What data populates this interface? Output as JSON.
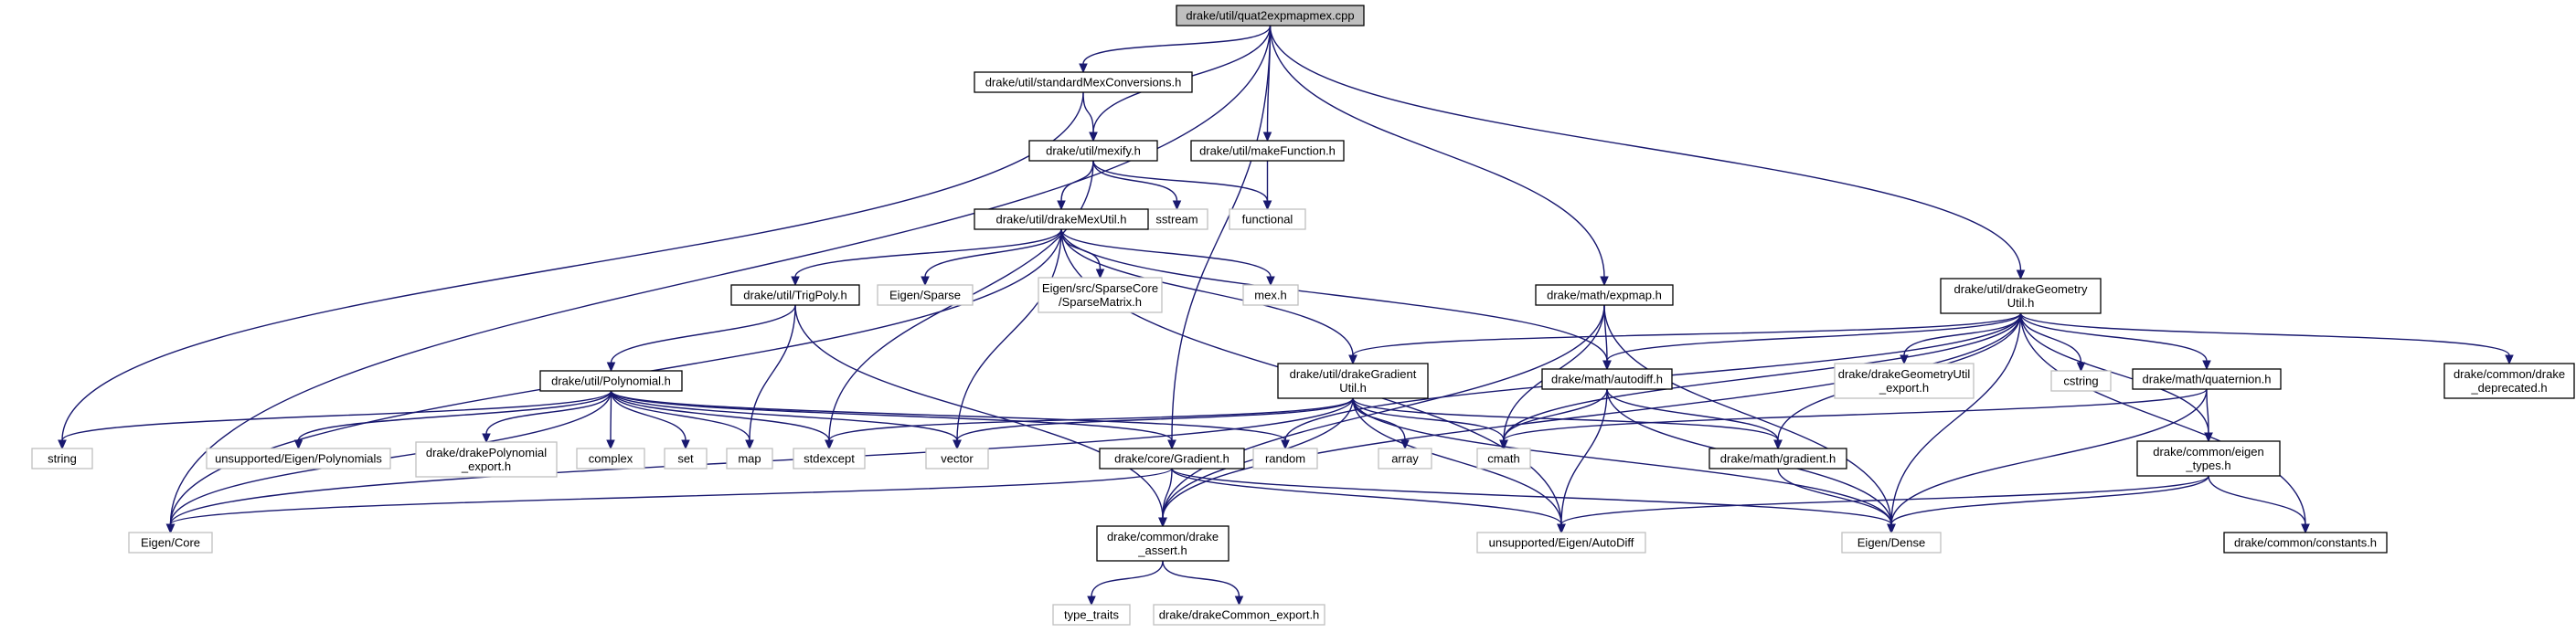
{
  "graph": {
    "nodes": [
      {
        "id": "root",
        "kind": "root",
        "lines": [
          "drake/util/quat2expmapmex.cpp"
        ]
      },
      {
        "id": "smc",
        "kind": "file",
        "lines": [
          "drake/util/standardMexConversions.h"
        ]
      },
      {
        "id": "mexify",
        "kind": "file",
        "lines": [
          "drake/util/mexify.h"
        ]
      },
      {
        "id": "makefn",
        "kind": "file",
        "lines": [
          "drake/util/makeFunction.h"
        ]
      },
      {
        "id": "sstream",
        "kind": "system",
        "lines": [
          "sstream"
        ]
      },
      {
        "id": "functional",
        "kind": "system",
        "lines": [
          "functional"
        ]
      },
      {
        "id": "dmu",
        "kind": "file",
        "lines": [
          "drake/util/drakeMexUtil.h"
        ]
      },
      {
        "id": "trigpoly",
        "kind": "file",
        "lines": [
          "drake/util/TrigPoly.h"
        ]
      },
      {
        "id": "eigsparse",
        "kind": "system",
        "lines": [
          "Eigen/Sparse"
        ]
      },
      {
        "id": "sparsematrix",
        "kind": "system",
        "lines": [
          "Eigen/src/SparseCore",
          "/SparseMatrix.h"
        ]
      },
      {
        "id": "mexh",
        "kind": "system",
        "lines": [
          "mex.h"
        ]
      },
      {
        "id": "expmap",
        "kind": "file",
        "lines": [
          "drake/math/expmap.h"
        ]
      },
      {
        "id": "dgeo",
        "kind": "file",
        "lines": [
          "drake/util/drakeGeometry",
          "Util.h"
        ]
      },
      {
        "id": "poly",
        "kind": "file",
        "lines": [
          "drake/util/Polynomial.h"
        ]
      },
      {
        "id": "dgrad",
        "kind": "file",
        "lines": [
          "drake/util/drakeGradient",
          "Util.h"
        ]
      },
      {
        "id": "autodiff",
        "kind": "file",
        "lines": [
          "drake/math/autodiff.h"
        ]
      },
      {
        "id": "dgeoexp",
        "kind": "system",
        "lines": [
          "drake/drakeGeometryUtil",
          "_export.h"
        ]
      },
      {
        "id": "cstring",
        "kind": "system",
        "lines": [
          "cstring"
        ]
      },
      {
        "id": "quaternion",
        "kind": "file",
        "lines": [
          "drake/math/quaternion.h"
        ]
      },
      {
        "id": "deprecated",
        "kind": "file",
        "lines": [
          "drake/common/drake",
          "_deprecated.h"
        ]
      },
      {
        "id": "string",
        "kind": "system",
        "lines": [
          "string"
        ]
      },
      {
        "id": "unsupPoly",
        "kind": "system",
        "lines": [
          "unsupported/Eigen/Polynomials"
        ]
      },
      {
        "id": "polyexp",
        "kind": "system",
        "lines": [
          "drake/drakePolynomial",
          "_export.h"
        ]
      },
      {
        "id": "complex",
        "kind": "system",
        "lines": [
          "complex"
        ]
      },
      {
        "id": "set",
        "kind": "system",
        "lines": [
          "set"
        ]
      },
      {
        "id": "map",
        "kind": "system",
        "lines": [
          "map"
        ]
      },
      {
        "id": "stdexcept",
        "kind": "system",
        "lines": [
          "stdexcept"
        ]
      },
      {
        "id": "vector",
        "kind": "system",
        "lines": [
          "vector"
        ]
      },
      {
        "id": "random",
        "kind": "system",
        "lines": [
          "random"
        ]
      },
      {
        "id": "array",
        "kind": "system",
        "lines": [
          "array"
        ]
      },
      {
        "id": "cmath",
        "kind": "system",
        "lines": [
          "cmath"
        ]
      },
      {
        "id": "gradienth",
        "kind": "file",
        "lines": [
          "drake/math/gradient.h"
        ]
      },
      {
        "id": "eigtypes",
        "kind": "file",
        "lines": [
          "drake/common/eigen",
          "_types.h"
        ]
      },
      {
        "id": "coregrad",
        "kind": "file",
        "lines": [
          "drake/core/Gradient.h"
        ]
      },
      {
        "id": "eigcore",
        "kind": "system",
        "lines": [
          "Eigen/Core"
        ]
      },
      {
        "id": "dassert",
        "kind": "file",
        "lines": [
          "drake/common/drake",
          "_assert.h"
        ]
      },
      {
        "id": "unsupAD",
        "kind": "system",
        "lines": [
          "unsupported/Eigen/AutoDiff"
        ]
      },
      {
        "id": "eigdense",
        "kind": "system",
        "lines": [
          "Eigen/Dense"
        ]
      },
      {
        "id": "constants",
        "kind": "file",
        "lines": [
          "drake/common/constants.h"
        ]
      },
      {
        "id": "typetraits",
        "kind": "system",
        "lines": [
          "type_traits"
        ]
      },
      {
        "id": "commonexp",
        "kind": "system",
        "lines": [
          "drake/drakeCommon_export.h"
        ]
      }
    ],
    "edges": [
      [
        "root",
        "smc"
      ],
      [
        "root",
        "mexify"
      ],
      [
        "root",
        "makefn"
      ],
      [
        "root",
        "eigcore"
      ],
      [
        "root",
        "expmap"
      ],
      [
        "root",
        "dgeo"
      ],
      [
        "root",
        "coregrad"
      ],
      [
        "smc",
        "mexify"
      ],
      [
        "smc",
        "string"
      ],
      [
        "mexify",
        "dmu"
      ],
      [
        "mexify",
        "sstream"
      ],
      [
        "mexify",
        "functional"
      ],
      [
        "mexify",
        "stdexcept"
      ],
      [
        "makefn",
        "functional"
      ],
      [
        "dmu",
        "trigpoly"
      ],
      [
        "dmu",
        "eigsparse"
      ],
      [
        "dmu",
        "sparsematrix"
      ],
      [
        "dmu",
        "mexh"
      ],
      [
        "dmu",
        "vector"
      ],
      [
        "dmu",
        "eigcore"
      ],
      [
        "dmu",
        "dgrad"
      ],
      [
        "dmu",
        "autodiff"
      ],
      [
        "dmu",
        "unsupAD"
      ],
      [
        "trigpoly",
        "poly"
      ],
      [
        "trigpoly",
        "map"
      ],
      [
        "trigpoly",
        "dassert"
      ],
      [
        "expmap",
        "autodiff"
      ],
      [
        "expmap",
        "dassert"
      ],
      [
        "expmap",
        "eigdense"
      ],
      [
        "expmap",
        "cmath"
      ],
      [
        "dgeo",
        "dgrad"
      ],
      [
        "dgeo",
        "autodiff"
      ],
      [
        "dgeo",
        "dgeoexp"
      ],
      [
        "dgeo",
        "cstring"
      ],
      [
        "dgeo",
        "quaternion"
      ],
      [
        "dgeo",
        "deprecated"
      ],
      [
        "dgeo",
        "cmath"
      ],
      [
        "dgeo",
        "gradienth"
      ],
      [
        "dgeo",
        "eigtypes"
      ],
      [
        "dgeo",
        "constants"
      ],
      [
        "dgeo",
        "eigdense"
      ],
      [
        "dgeo",
        "random"
      ],
      [
        "dgeo",
        "dassert"
      ],
      [
        "poly",
        "string"
      ],
      [
        "poly",
        "unsupPoly"
      ],
      [
        "poly",
        "polyexp"
      ],
      [
        "poly",
        "complex"
      ],
      [
        "poly",
        "set"
      ],
      [
        "poly",
        "map"
      ],
      [
        "poly",
        "stdexcept"
      ],
      [
        "poly",
        "vector"
      ],
      [
        "poly",
        "random"
      ],
      [
        "poly",
        "coregrad"
      ],
      [
        "poly",
        "eigcore"
      ],
      [
        "dgrad",
        "stdexcept"
      ],
      [
        "dgrad",
        "vector"
      ],
      [
        "dgrad",
        "array"
      ],
      [
        "dgrad",
        "cmath"
      ],
      [
        "dgrad",
        "gradienth"
      ],
      [
        "dgrad",
        "dassert"
      ],
      [
        "dgrad",
        "unsupAD"
      ],
      [
        "dgrad",
        "eigdense"
      ],
      [
        "dgrad",
        "eigcore"
      ],
      [
        "autodiff",
        "unsupAD"
      ],
      [
        "autodiff",
        "gradienth"
      ],
      [
        "autodiff",
        "eigdense"
      ],
      [
        "autodiff",
        "cmath"
      ],
      [
        "quaternion",
        "eigtypes"
      ],
      [
        "quaternion",
        "eigdense"
      ],
      [
        "quaternion",
        "cmath"
      ],
      [
        "eigtypes",
        "eigdense"
      ],
      [
        "eigtypes",
        "unsupAD"
      ],
      [
        "eigtypes",
        "constants"
      ],
      [
        "gradienth",
        "eigdense"
      ],
      [
        "coregrad",
        "dassert"
      ],
      [
        "coregrad",
        "eigcore"
      ],
      [
        "coregrad",
        "eigdense"
      ],
      [
        "coregrad",
        "unsupAD"
      ],
      [
        "dassert",
        "typetraits"
      ],
      [
        "dassert",
        "commonexp"
      ]
    ]
  },
  "colors": {
    "edge": "#191970",
    "root_fill": "#bfbfbf",
    "file_border": "#000000",
    "system_border": "#bfbfbf",
    "text": "#000000"
  }
}
